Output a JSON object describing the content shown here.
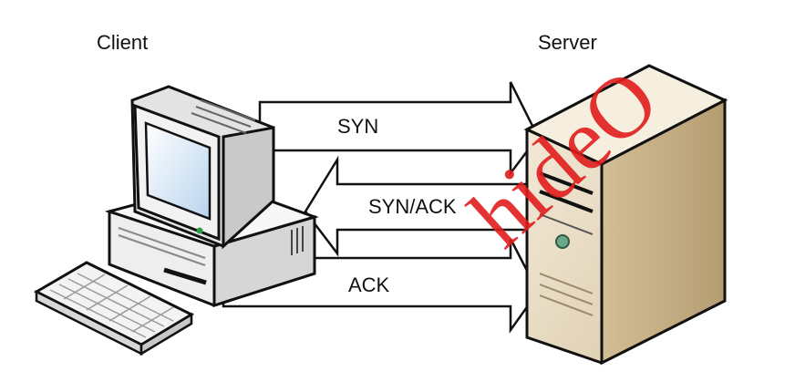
{
  "diagram": {
    "nodes": {
      "client": {
        "label": "Client",
        "icon": "desktop-computer-icon"
      },
      "server": {
        "label": "Server",
        "icon": "tower-server-icon"
      }
    },
    "messages": [
      {
        "label": "SYN",
        "from": "Client",
        "to": "Server"
      },
      {
        "label": "SYN/ACK",
        "from": "Server",
        "to": "Client"
      },
      {
        "label": "ACK",
        "from": "Client",
        "to": "Server"
      }
    ]
  },
  "watermark": {
    "text": "hideO"
  },
  "colors": {
    "arrow_fill": "#ffffff",
    "outline": "#111111",
    "server_body": "#e8dcc3",
    "computer_body": "#eeeeee",
    "screen": "#cfe3f5",
    "watermark": "#e21d1d"
  }
}
